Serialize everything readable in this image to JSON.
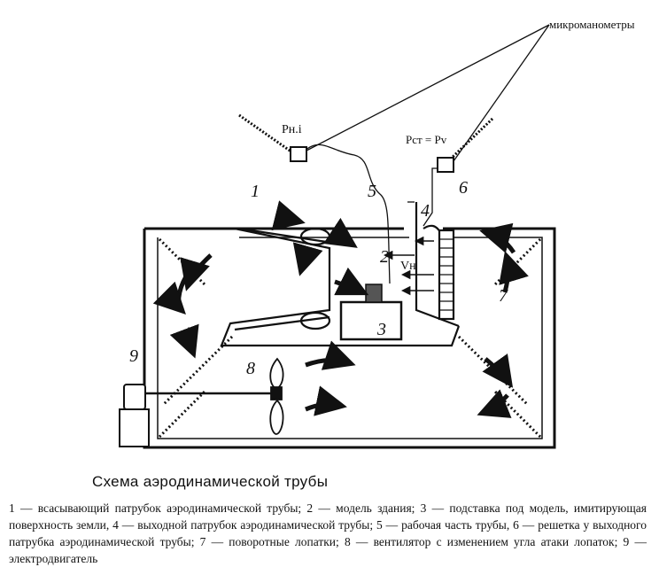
{
  "labels": {
    "micromanometers": "микроманометры",
    "p_total": "Pн.i",
    "p_static": "Pст = Pv",
    "velocity": "Vн",
    "n1": "1",
    "n2": "2",
    "n3": "3",
    "n4": "4",
    "n5": "5",
    "n6": "6",
    "n7": "7",
    "n8": "8",
    "n9": "9"
  },
  "caption": {
    "title": "Схема аэродинамической трубы",
    "legend": "1 — всасывающий патрубок аэродинамической трубы; 2 — модель здания; 3 — подставка под модель, имитирующая поверхность земли, 4 — выходной патрубок аэродинамической трубы; 5 — рабочая часть трубы, 6 — решетка у выходного патрубка аэродинамической трубы; 7 — поворотные лопатки; 8 — вентилятор с изменением угла атаки лопаток; 9 — электродвигатель"
  }
}
